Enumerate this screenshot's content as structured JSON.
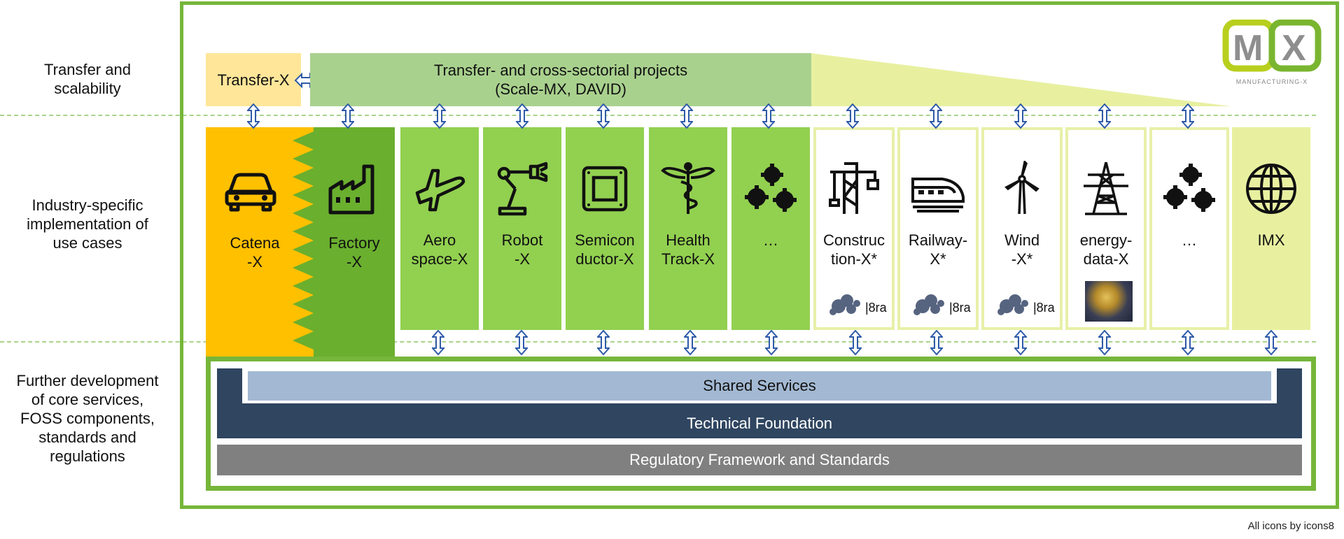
{
  "row_labels": {
    "top": "Transfer and\nscalability",
    "middle": "Industry-specific\nimplementation of\nuse cases",
    "bottom": "Further development\nof core services,\nFOSS components,\nstandards and\nregulations"
  },
  "top_row": {
    "transfer_x": "Transfer-X",
    "cross_sectorial_line1": "Transfer- and cross-sectorial projects",
    "cross_sectorial_line2": "(Scale-MX, DAVID)"
  },
  "logo": {
    "letters": "MX",
    "caption": "MANUFACTURING-X"
  },
  "tiles": [
    {
      "id": "catena",
      "line1": "Catena",
      "line2": "-X",
      "icon": "car-icon"
    },
    {
      "id": "factory",
      "line1": "Factory",
      "line2": "-X",
      "icon": "factory-icon"
    },
    {
      "id": "aero",
      "line1": "Aero",
      "line2": "space-X",
      "icon": "airplane-icon"
    },
    {
      "id": "robot",
      "line1": "Robot",
      "line2": "-X",
      "icon": "robot-arm-icon"
    },
    {
      "id": "semicon",
      "line1": "Semicon",
      "line2": "ductor-X",
      "icon": "chip-icon"
    },
    {
      "id": "health",
      "line1": "Health",
      "line2": "Track-X",
      "icon": "caduceus-icon"
    },
    {
      "id": "more1",
      "line1": "…",
      "line2": "",
      "icon": "gears-icon"
    },
    {
      "id": "construction",
      "line1": "Construc",
      "line2": "tion-X*",
      "icon": "crane-icon",
      "badge": "|8ra"
    },
    {
      "id": "railway",
      "line1": "Railway-",
      "line2": "X*",
      "icon": "train-icon",
      "badge": "|8ra"
    },
    {
      "id": "wind",
      "line1": "Wind",
      "line2": "-X*",
      "icon": "wind-turbine-icon",
      "badge": "|8ra"
    },
    {
      "id": "energy",
      "line1": "energy-",
      "line2": "data-X",
      "icon": "power-tower-icon"
    },
    {
      "id": "more2",
      "line1": "…",
      "line2": "",
      "icon": "gears-icon"
    },
    {
      "id": "imx",
      "line1": "IMX",
      "line2": "",
      "icon": "globe-icon"
    }
  ],
  "foundation": {
    "shared_services": "Shared Services",
    "technical_foundation": "Technical Foundation",
    "regulatory": "Regulatory Framework and Standards"
  },
  "credit": "All icons by icons8",
  "colors": {
    "frame_green": "#76b63a",
    "tile_green": "#92d050",
    "catena_orange": "#ffc000",
    "factory_green": "#6aaf2e",
    "transfer_yellow": "#ffe699",
    "cross_green": "#a9d18e",
    "wedge_yellow": "#e8f0a0",
    "shared_blue": "#a3b9d3",
    "tech_navy": "#2f4560",
    "reg_grey": "#808080",
    "arrow_blue": "#2e5aa8"
  }
}
